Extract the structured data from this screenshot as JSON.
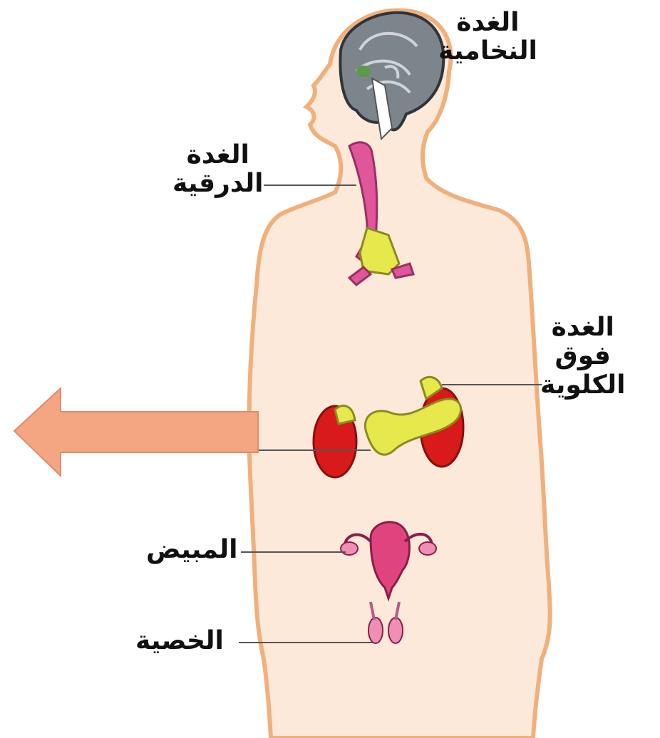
{
  "labels": {
    "pituitary": {
      "line1": "الغدة",
      "line2": "النخامية"
    },
    "thyroid": {
      "line1": "الغدة",
      "line2": "الدرقية"
    },
    "adrenal": {
      "line1": "الغدة",
      "line2": "فوق",
      "line3": "الكلوية"
    },
    "ovary": {
      "line1": "المبيض"
    },
    "testis": {
      "line1": "الخصية"
    }
  },
  "colors": {
    "background": "#ffffff",
    "skin": "#fde9d9",
    "skin_outline": "#f0b07c",
    "brain": "#7d858c",
    "gland_yellow": "#e6e84c",
    "kidney_red": "#d81a1a",
    "thyroid_pink": "#e0569a",
    "uterus_pink": "#e0447e",
    "arrow_fill": "#f4a582",
    "arrow_stroke": "#e08b6b",
    "leader_line": "#555555"
  },
  "icons": {
    "arrow": "left-arrow-icon"
  }
}
